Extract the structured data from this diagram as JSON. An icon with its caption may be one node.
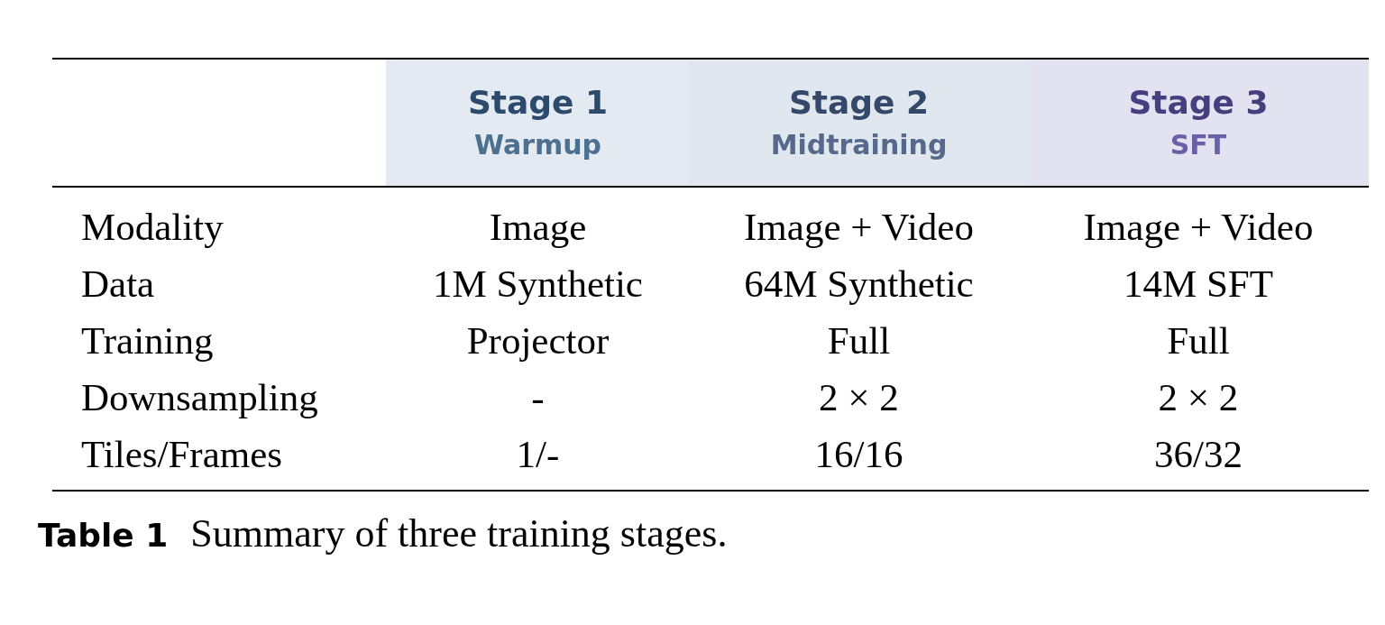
{
  "diagram": {
    "caption": "**Table 1** Summary of three training stages.",
    "nodes": [
      {
        "text": [
          "Stage 1",
          "Warmup"
        ]
      },
      {
        "text": [
          "Stage 2",
          "Midtraining"
        ]
      },
      {
        "text": [
          "Stage 3",
          "SFT"
        ]
      }
    ],
    "labels": [
      "Modality",
      "Image",
      "Image + Video",
      "Image + Video",
      "Data",
      "1M Synthetic",
      "64M Synthetic",
      "14M SFT",
      "Training",
      "Projector",
      "Full",
      "Full",
      "Downsampling",
      "-",
      "2 × 2",
      "2 × 2",
      "Tiles/Frames",
      "1/-",
      "16/16",
      "36/32"
    ]
  }
}
